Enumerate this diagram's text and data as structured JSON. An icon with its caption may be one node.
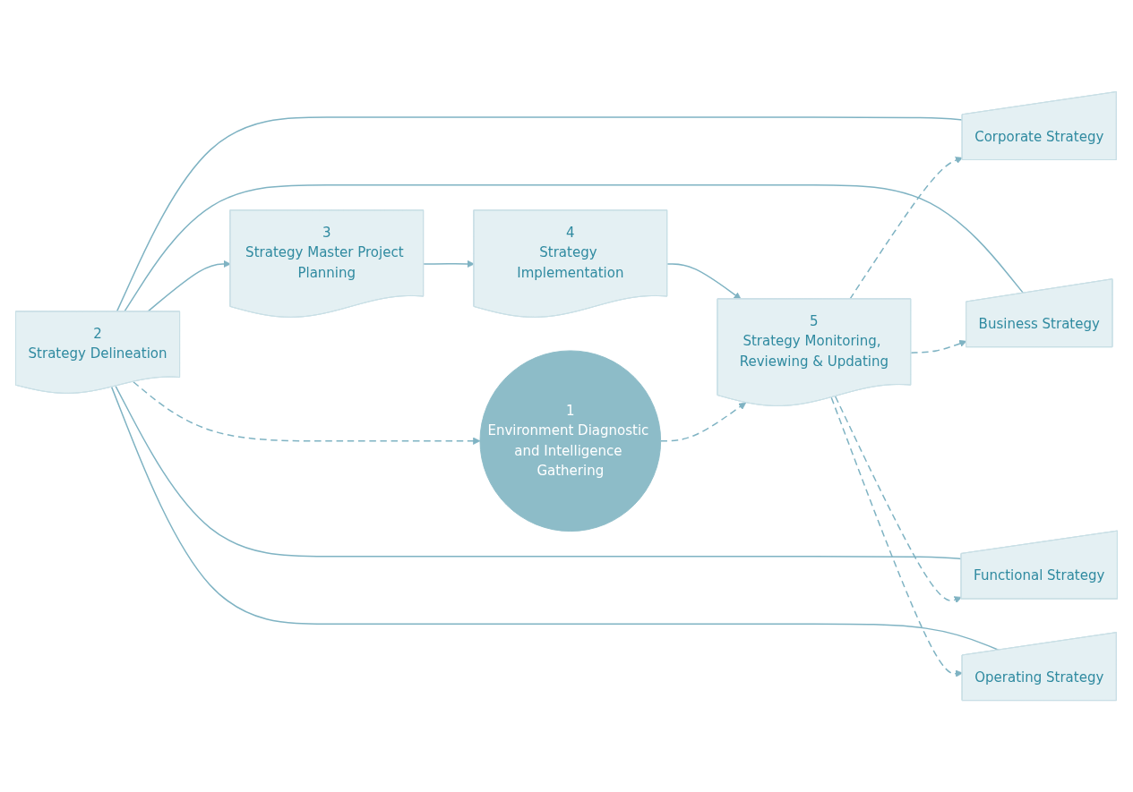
{
  "diagram": {
    "nodes": [
      {
        "text": [
          "1",
          "Environment Diagnostic and Intelligence Gathering"
        ]
      },
      {
        "text": [
          "2",
          "Strategy Delineation"
        ]
      },
      {
        "text": [
          "3",
          "Strategy Master Project Planning"
        ]
      },
      {
        "text": [
          "4",
          "Strategy Implementation"
        ]
      },
      {
        "text": [
          "5",
          "Strategy Monitoring, Reviewing & Updating"
        ]
      },
      {
        "text": [
          "Corporate Strategy"
        ]
      },
      {
        "text": [
          "Business Strategy"
        ]
      },
      {
        "text": [
          "Functional Strategy"
        ]
      },
      {
        "text": [
          "Operating Strategy"
        ]
      }
    ],
    "edges": [
      {
        "from": 1,
        "to": 0,
        "arrow": "to",
        "style": "dashed"
      },
      {
        "from": 1,
        "to": 2,
        "arrow": "to"
      },
      {
        "from": 2,
        "to": 3,
        "arrow": "to"
      },
      {
        "from": 3,
        "to": 4,
        "arrow": "to"
      },
      {
        "from": 0,
        "to": 4,
        "arrow": "to",
        "style": "dashed"
      },
      {
        "from": 1,
        "to": 5,
        "arrow": "none"
      },
      {
        "from": 1,
        "to": 6,
        "arrow": "none"
      },
      {
        "from": 1,
        "to": 7,
        "arrow": "none"
      },
      {
        "from": 1,
        "to": 8,
        "arrow": "none"
      },
      {
        "from": 4,
        "to": 5,
        "arrow": "to",
        "style": "dashed"
      },
      {
        "from": 4,
        "to": 6,
        "arrow": "to",
        "style": "dashed"
      },
      {
        "from": 4,
        "to": 7,
        "arrow": "to",
        "style": "dashed"
      },
      {
        "from": 4,
        "to": 8,
        "arrow": "to",
        "style": "dashed"
      }
    ]
  }
}
